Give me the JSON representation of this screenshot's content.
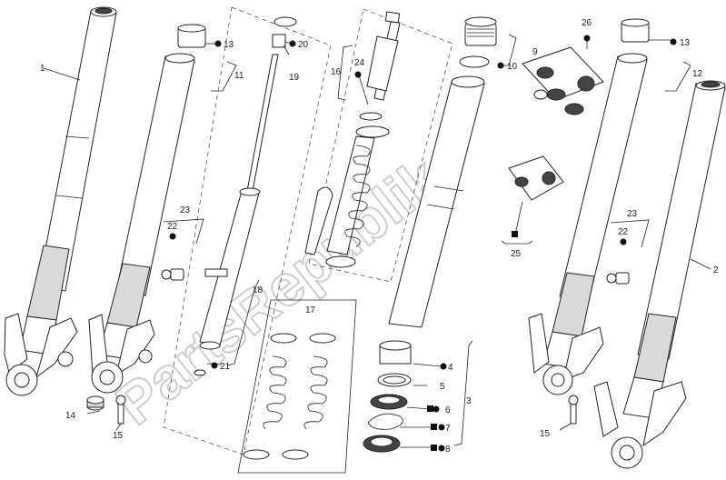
{
  "watermark": "PartsRepublik",
  "callouts": {
    "c1": "1",
    "c2": "2",
    "c3": "3",
    "c4": "4",
    "c5": "5",
    "c6": "6",
    "c7": "7",
    "c8": "8",
    "c9": "9",
    "c10": "10",
    "c11": "11",
    "c12": "12",
    "c13a": "13",
    "c13b": "13",
    "c14": "14",
    "c15a": "15",
    "c15b": "15",
    "c16": "16",
    "c17": "17",
    "c18": "18",
    "c19": "19",
    "c20": "20",
    "c21": "21",
    "c22a": "22",
    "c22b": "22",
    "c23a": "23",
    "c23b": "23",
    "c24": "24",
    "c25": "25",
    "c26": "26"
  },
  "marker_types": {
    "circle": "filled-circle-marker",
    "square": "filled-square-marker"
  }
}
